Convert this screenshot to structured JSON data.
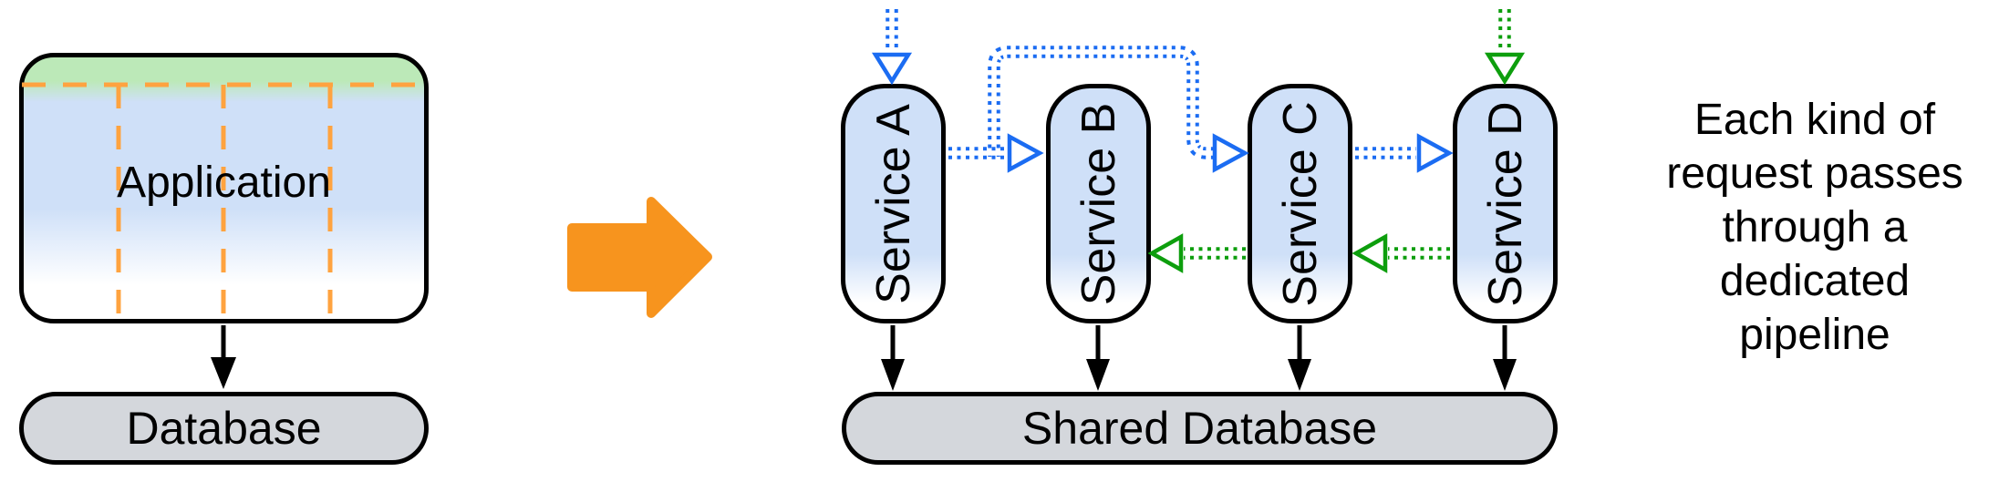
{
  "diagram": {
    "monolith": {
      "application": "Application",
      "database": "Database"
    },
    "microservices": {
      "services": [
        "Service A",
        "Service B",
        "Service C",
        "Service D"
      ],
      "database": "Shared Database"
    },
    "annotation": "Each kind of\nrequest passes\nthrough a\ndedicated\npipeline"
  },
  "colors": {
    "pipe-blue": "#1b6cf2",
    "pipe-green": "#0d9e0d",
    "divider-orange": "#ffa33f",
    "transform-orange": "#f7941e",
    "node-blue": "#cfe0f8",
    "node-green": "#bce9b8",
    "db-gray": "#d4d7dc"
  }
}
